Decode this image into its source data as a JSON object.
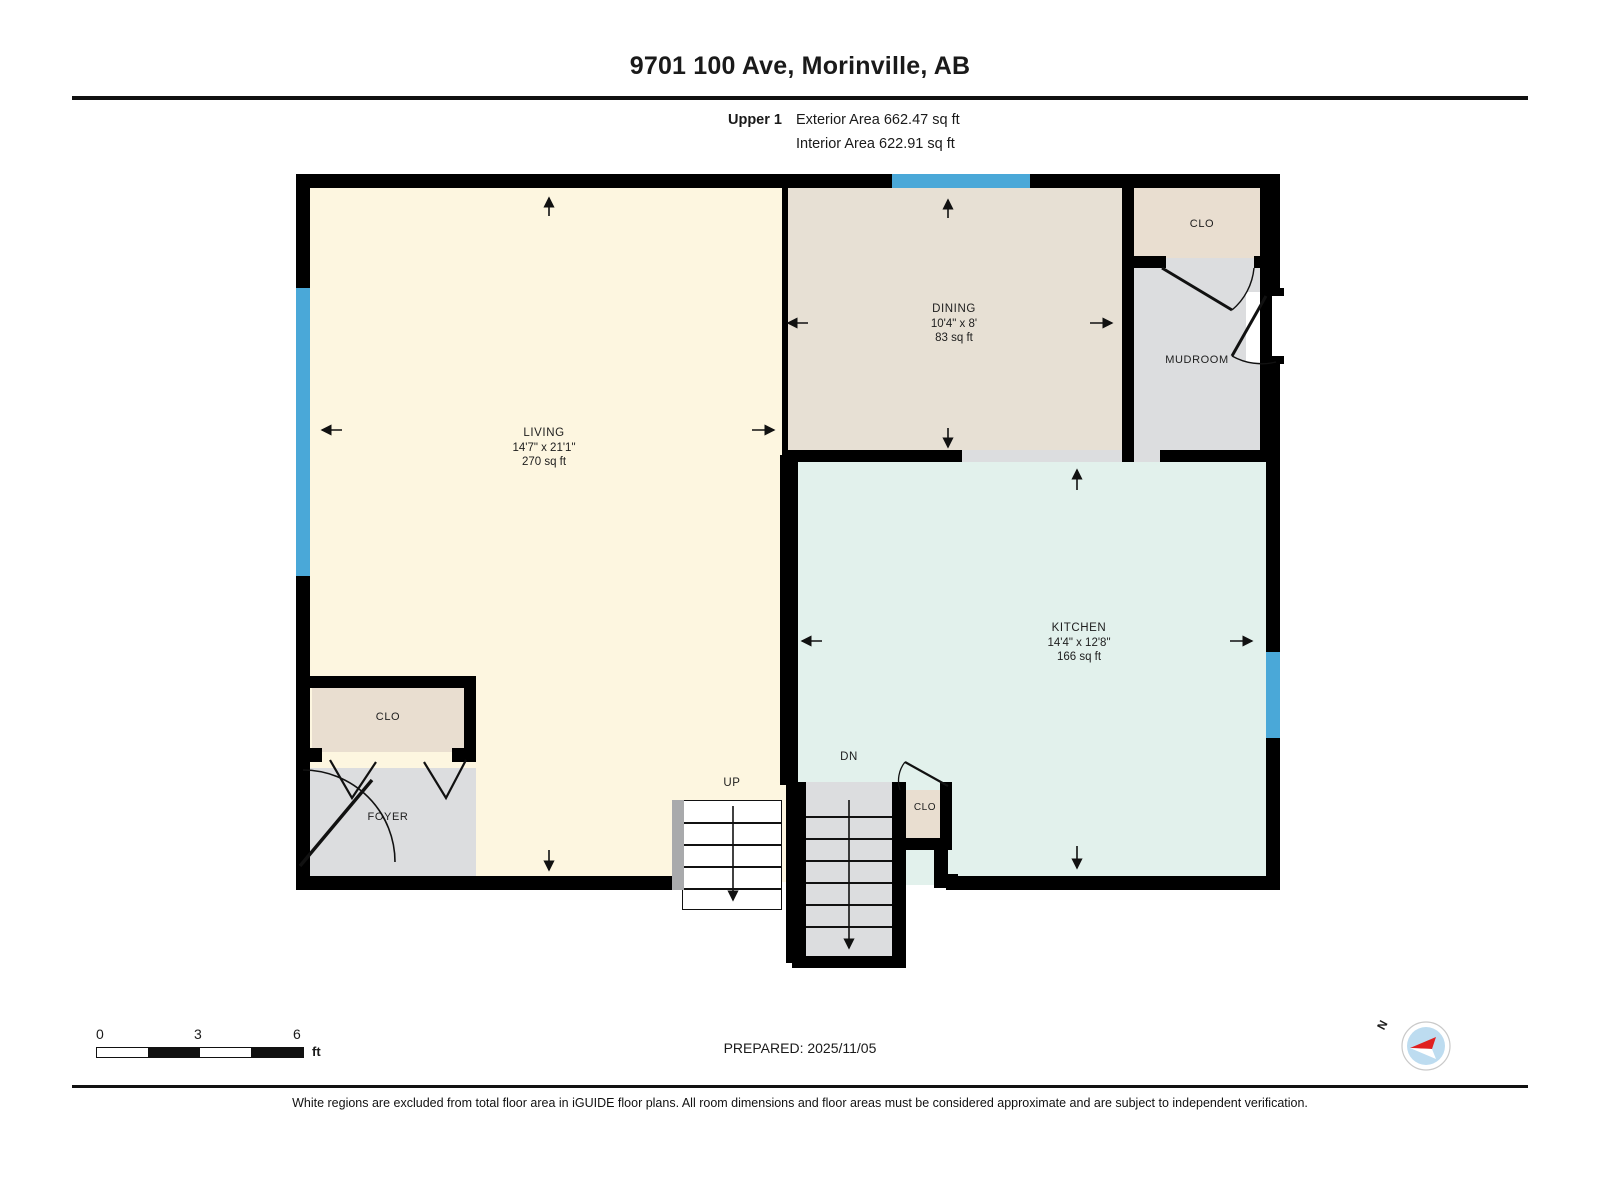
{
  "header": {
    "title": "9701 100 Ave, Morinville, AB",
    "level_label": "Upper 1",
    "exterior_area": "Exterior Area 662.47 sq ft",
    "interior_area": "Interior Area 622.91 sq ft"
  },
  "rooms": [
    {
      "key": "living",
      "name": "LIVING",
      "dims": "14'7\" x 21'1\"",
      "area": "270 sq ft",
      "fill": "#fdf6e0"
    },
    {
      "key": "dining",
      "name": "DINING",
      "dims": "10'4\" x 8'",
      "area": "83 sq ft",
      "fill": "#e7e0d4"
    },
    {
      "key": "kitchen",
      "name": "KITCHEN",
      "dims": "14'4\" x 12'8\"",
      "area": "166 sq ft",
      "fill": "#e2f1ec"
    },
    {
      "key": "mudroom",
      "name": "MUDROOM",
      "dims": "",
      "area": "",
      "fill": "#dcdddf"
    },
    {
      "key": "foyer",
      "name": "FOYER",
      "dims": "",
      "area": "",
      "fill": "#dcdddf"
    },
    {
      "key": "clo_mud",
      "name": "CLO",
      "dims": "",
      "area": "",
      "fill": "#e9ded0"
    },
    {
      "key": "clo_foyer",
      "name": "CLO",
      "dims": "",
      "area": "",
      "fill": "#e9ded0"
    },
    {
      "key": "clo_stair",
      "name": "CLO",
      "dims": "",
      "area": "",
      "fill": "#e9ded0"
    }
  ],
  "stairs": [
    {
      "key": "up",
      "label": "UP"
    },
    {
      "key": "dn",
      "label": "DN"
    }
  ],
  "scale": {
    "ticks": [
      "0",
      "3",
      "6"
    ],
    "unit": "ft"
  },
  "prepared": "PREPARED: 2025/11/05",
  "compass": {
    "letter": "N"
  },
  "disclaimer": "White regions are excluded from total floor area in iGUIDE floor plans. All room dimensions and floor areas must be considered approximate and are subject to independent verification.",
  "colors": {
    "wall": "#000000",
    "window": "#4aa8d8",
    "living": "#fdf6e0",
    "dining": "#e7e0d4",
    "kitchen": "#e2f1ec",
    "service": "#dcdddf",
    "closet": "#e9ded0"
  }
}
